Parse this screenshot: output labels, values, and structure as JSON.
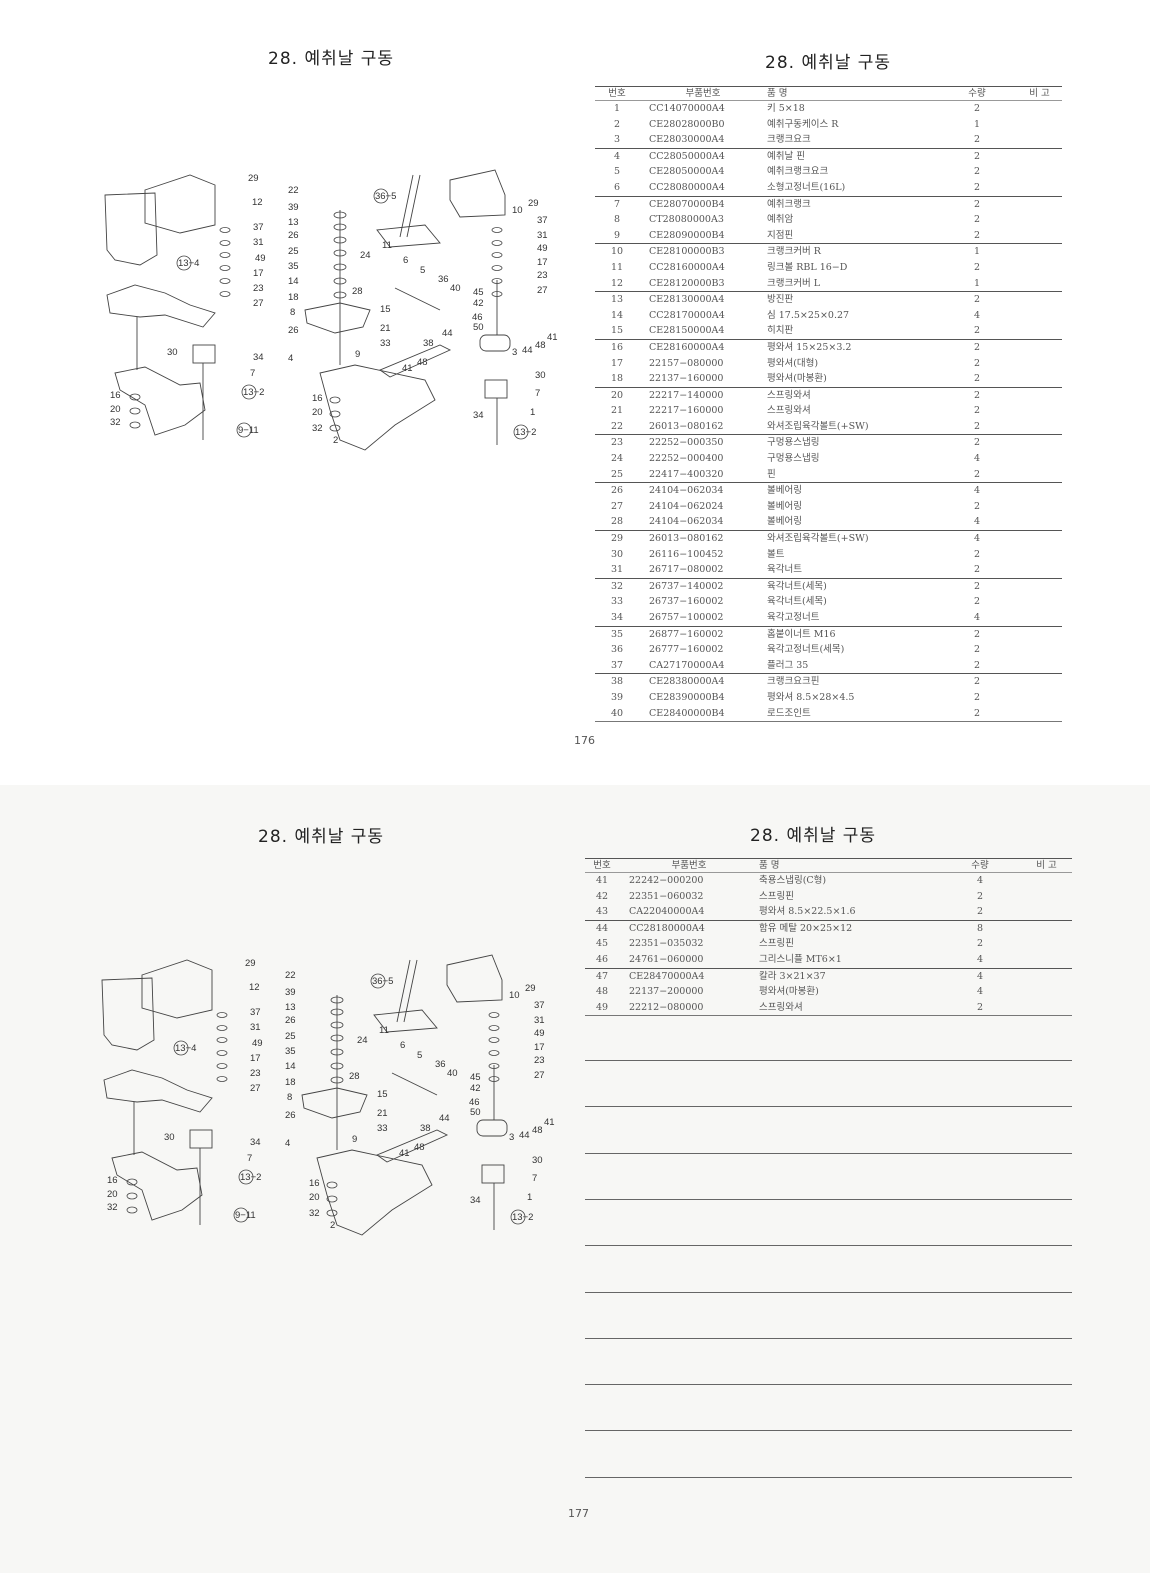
{
  "pages": {
    "top_left": {
      "title": "28. 예취날 구동"
    },
    "top_right": {
      "title": "28. 예취날 구동"
    },
    "top_page_number": "176",
    "bottom_left": {
      "title": "28. 예취날 구동"
    },
    "bottom_right": {
      "title": "28. 예취날 구동"
    },
    "bottom_page_number": "177"
  },
  "table_headers": {
    "no": "번호",
    "part": "부품번호",
    "name": "품      명",
    "qty": "수량",
    "remark": "비  고"
  },
  "table_top": [
    [
      "1",
      "CC14070000A4",
      "키 5×18",
      "2"
    ],
    [
      "2",
      "CE28028000B0",
      "예취구동케이스 R",
      "1"
    ],
    [
      "3",
      "CE28030000A4",
      "크랭크요크",
      "2"
    ],
    [
      "4",
      "CC28050000A4",
      "예취날 핀",
      "2"
    ],
    [
      "5",
      "CE28050000A4",
      "예취크랭크요크",
      "2"
    ],
    [
      "6",
      "CC28080000A4",
      "소형고정너트(16L)",
      "2"
    ],
    [
      "7",
      "CE28070000B4",
      "예취크랭크",
      "2"
    ],
    [
      "8",
      "CT28080000A3",
      "예취암",
      "2"
    ],
    [
      "9",
      "CE28090000B4",
      "지점핀",
      "2"
    ],
    [
      "10",
      "CE28100000B3",
      "크랭크커버 R",
      "1"
    ],
    [
      "11",
      "CC28160000A4",
      "링크볼 RBL 16−D",
      "2"
    ],
    [
      "12",
      "CE28120000B3",
      "크랭크커버 L",
      "1"
    ],
    [
      "13",
      "CE28130000A4",
      "방진판",
      "2"
    ],
    [
      "14",
      "CC28170000A4",
      "심 17.5×25×0.27",
      "4"
    ],
    [
      "15",
      "CE28150000A4",
      "히치판",
      "2"
    ],
    [
      "16",
      "CE28160000A4",
      "평와셔 15×25×3.2",
      "2"
    ],
    [
      "17",
      "22157−080000",
      "평와셔(대형)",
      "2"
    ],
    [
      "18",
      "22137−160000",
      "평와셔(마봉환)",
      "2"
    ],
    [
      "20",
      "22217−140000",
      "스프링와셔",
      "2"
    ],
    [
      "21",
      "22217−160000",
      "스프링와셔",
      "2"
    ],
    [
      "22",
      "26013−080162",
      "와셔조립육각볼트(+SW)",
      "2"
    ],
    [
      "23",
      "22252−000350",
      "구멍용스냅링",
      "2"
    ],
    [
      "24",
      "22252−000400",
      "구멍용스냅링",
      "4"
    ],
    [
      "25",
      "22417−400320",
      "핀",
      "2"
    ],
    [
      "26",
      "24104−062034",
      "볼베어링",
      "4"
    ],
    [
      "27",
      "24104−062024",
      "볼베어링",
      "2"
    ],
    [
      "28",
      "24104−062034",
      "볼베어링",
      "4"
    ],
    [
      "29",
      "26013−080162",
      "와셔조립육각볼트(+SW)",
      "4"
    ],
    [
      "30",
      "26116−100452",
      "볼트",
      "2"
    ],
    [
      "31",
      "26717−080002",
      "육각너트",
      "2"
    ],
    [
      "32",
      "26737−140002",
      "육각너트(세목)",
      "2"
    ],
    [
      "33",
      "26737−160002",
      "육각너트(세목)",
      "2"
    ],
    [
      "34",
      "26757−100002",
      "육각고정너트",
      "4"
    ],
    [
      "35",
      "26877−160002",
      "홈붙이너트 M16",
      "2"
    ],
    [
      "36",
      "26777−160002",
      "육각고정너트(세목)",
      "2"
    ],
    [
      "37",
      "CA27170000A4",
      "플러그 35",
      "2"
    ],
    [
      "38",
      "CE28380000A4",
      "크랭크요크핀",
      "2"
    ],
    [
      "39",
      "CE28390000B4",
      "평와셔 8.5×28×4.5",
      "2"
    ],
    [
      "40",
      "CE28400000B4",
      "로드조인트",
      "2"
    ]
  ],
  "table_bottom": [
    [
      "41",
      "22242−000200",
      "축용스냅링(C형)",
      "4"
    ],
    [
      "42",
      "22351−060032",
      "스프링핀",
      "2"
    ],
    [
      "43",
      "CA22040000A4",
      "평와셔 8.5×22.5×1.6",
      "2"
    ],
    [
      "44",
      "CC28180000A4",
      "함유 메탈 20×25×12",
      "8"
    ],
    [
      "45",
      "22351−035032",
      "스프링핀",
      "2"
    ],
    [
      "46",
      "24761−060000",
      "그리스니플 MT6×1",
      "4"
    ],
    [
      "47",
      "CE28470000A4",
      "칼라 3×21×37",
      "4"
    ],
    [
      "48",
      "22137−200000",
      "평와셔(마봉환)",
      "4"
    ],
    [
      "49",
      "22212−080000",
      "스프링와셔",
      "2"
    ]
  ],
  "diagram": {
    "callouts": [
      "29",
      "12",
      "37",
      "31",
      "49",
      "17",
      "23",
      "27",
      "13−4",
      "34",
      "7",
      "30",
      "13−2",
      "16",
      "20",
      "32",
      "9−11",
      "22",
      "39",
      "13",
      "26",
      "25",
      "35",
      "14",
      "18",
      "8",
      "26",
      "4",
      "24",
      "11",
      "28",
      "15",
      "21",
      "33",
      "9",
      "6",
      "5",
      "36",
      "40",
      "45",
      "42",
      "46",
      "50",
      "36−5",
      "10",
      "29",
      "37",
      "31",
      "49",
      "17",
      "23",
      "27",
      "41",
      "48",
      "44",
      "3",
      "30",
      "7",
      "1",
      "34",
      "13−2",
      "41",
      "48",
      "38",
      "44",
      "16",
      "20",
      "32",
      "2"
    ]
  }
}
